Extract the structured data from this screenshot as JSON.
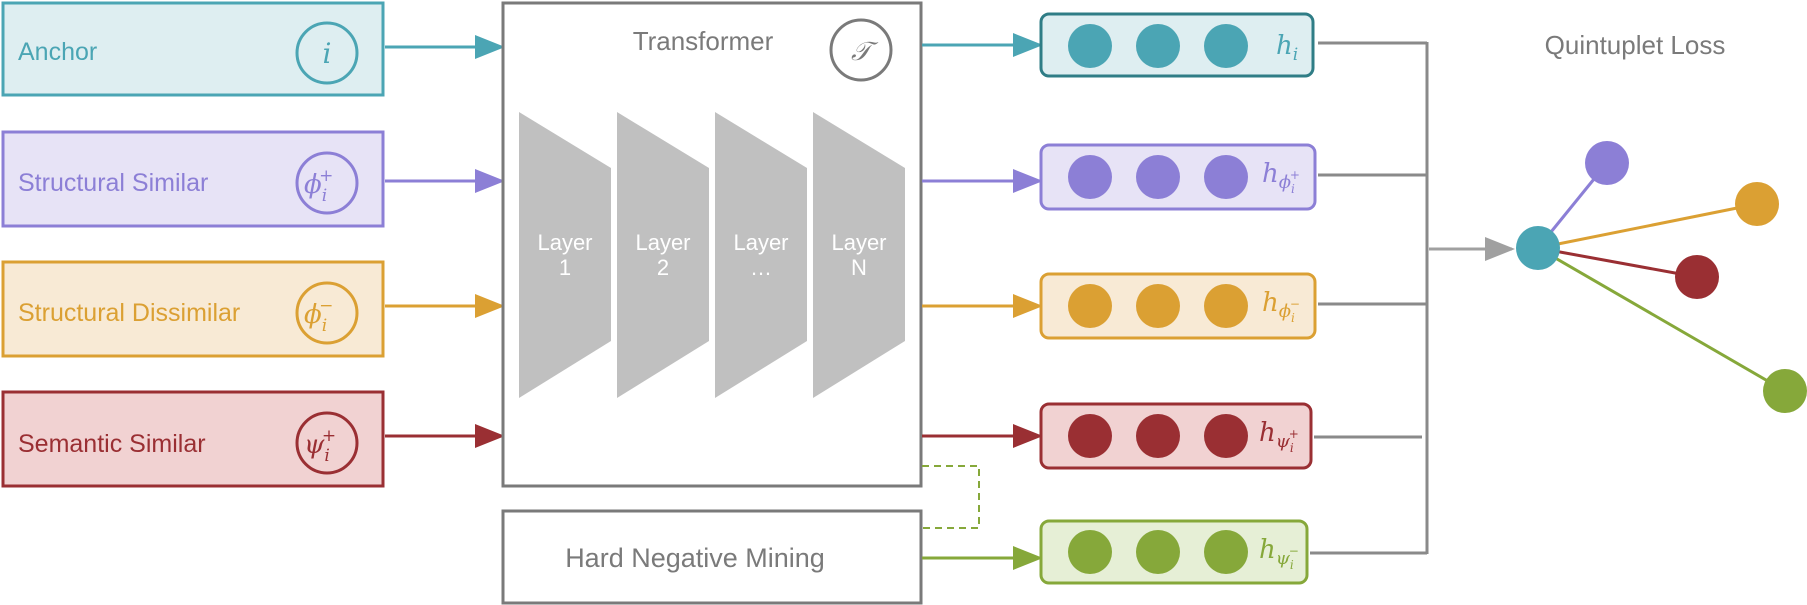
{
  "colors": {
    "teal": "#4ba5b4",
    "teal_fill": "#deeef1",
    "teal_dark": "#2f7d86",
    "purple": "#8c7fd6",
    "purple_fill": "#e7e3f6",
    "orange": "#dba033",
    "orange_fill": "#f8ead5",
    "red": "#9a2f33",
    "red_fill": "#f1d2d2",
    "green": "#86a83a",
    "green_fill": "#e6efd6",
    "gray": "#7a7a7a",
    "layer_gray": "#c0c0c0"
  },
  "inputs": [
    {
      "label": "Anchor",
      "symbol": "i",
      "symbol_sup": ""
    },
    {
      "label": "Structural Similar",
      "symbol": "ϕ",
      "symbol_sub": "i",
      "symbol_sup": "+"
    },
    {
      "label": "Structural Dissimilar",
      "symbol": "ϕ",
      "symbol_sub": "i",
      "symbol_sup": "−"
    },
    {
      "label": "Semantic Similar",
      "symbol": "ψ",
      "symbol_sub": "i",
      "symbol_sup": "+"
    }
  ],
  "transformer": {
    "title": "Transformer",
    "symbol": "𝒯",
    "layers": [
      {
        "line1": "Layer",
        "line2": "1"
      },
      {
        "line1": "Layer",
        "line2": "2"
      },
      {
        "line1": "Layer",
        "line2": "…"
      },
      {
        "line1": "Layer",
        "line2": "N"
      }
    ]
  },
  "hard_negative": {
    "label": "Hard Negative Mining"
  },
  "embeddings": [
    {
      "base": "h",
      "sub": "i",
      "subsub": ""
    },
    {
      "base": "h",
      "sub": "ϕ",
      "subsub": "i",
      "subsup": "+"
    },
    {
      "base": "h",
      "sub": "ϕ",
      "subsub": "i",
      "subsup": "−"
    },
    {
      "base": "h",
      "sub": "ψ",
      "subsub": "i",
      "subsup": "+"
    },
    {
      "base": "h",
      "sub": "ψ",
      "subsub": "i",
      "subsup": "−"
    }
  ],
  "loss": {
    "title": "Quintuplet Loss"
  }
}
